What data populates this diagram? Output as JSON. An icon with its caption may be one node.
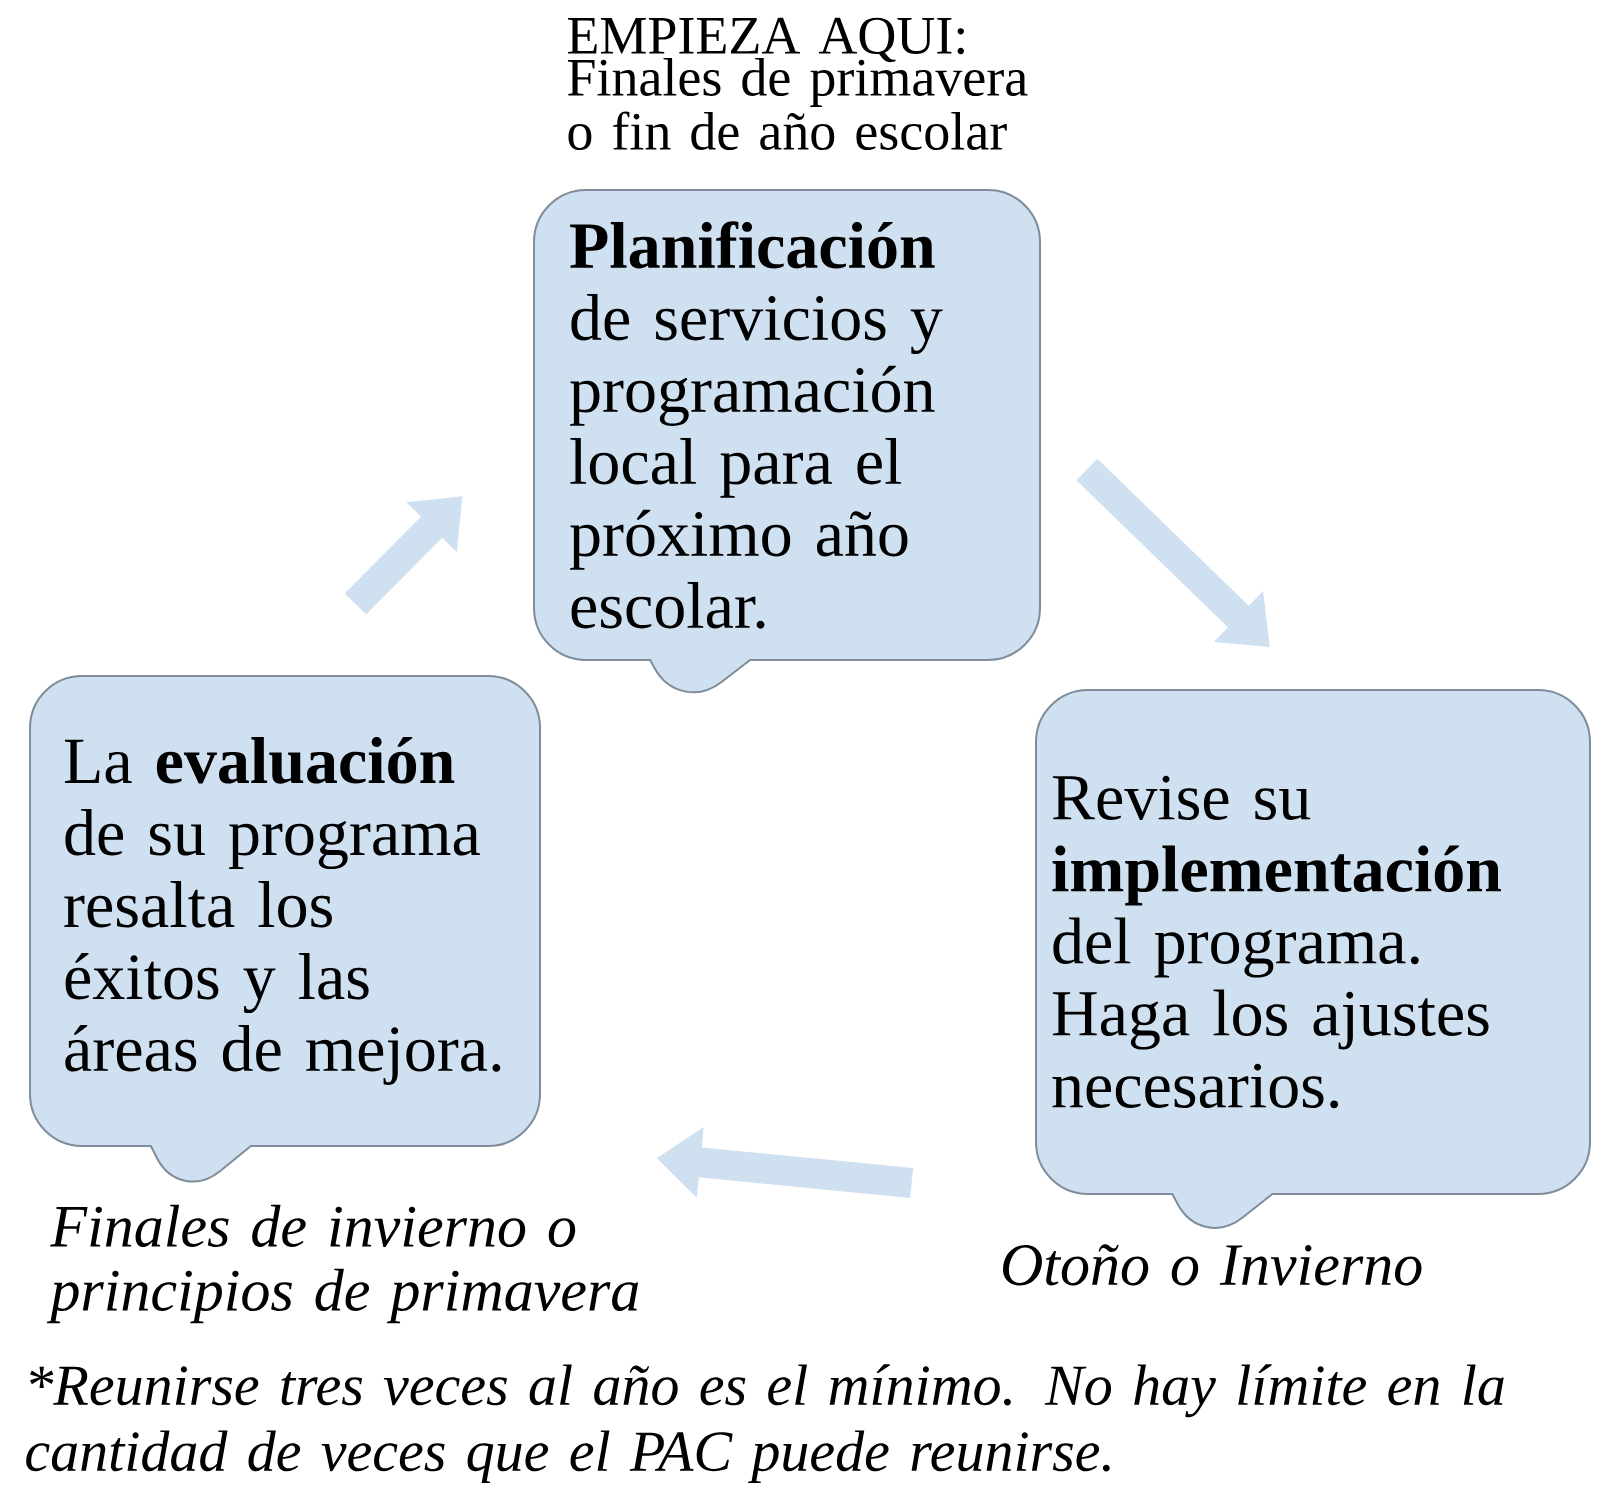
{
  "diagram": {
    "nodes": [
      {
        "text": [
          "**Planificación** de servicios y programación local para el próximo año escolar."
        ],
        "beside": [
          "EMPIEZA AQUI:",
          "Finales de primavera o fin de año escolar"
        ]
      },
      {
        "text": [
          "Revise su **implementación** del programa. Haga los ajustes necesarios."
        ],
        "beside": [
          "Otoño o Invierno"
        ]
      },
      {
        "text": [
          "La **evaluación** de su programa resalta los éxitos y las áreas de mejora."
        ],
        "beside": [
          "Finales de invierno o principios de primavera"
        ]
      }
    ],
    "edges": [
      {
        "from": 0,
        "to": 1,
        "arrow": "to"
      },
      {
        "from": 1,
        "to": 2,
        "arrow": "to"
      },
      {
        "from": 2,
        "to": 0,
        "arrow": "to"
      }
    ],
    "caption": "*Reunirse tres veces al año es el mínimo. No hay límite en la cantidad de veces que el PAC puede reunirse."
  }
}
